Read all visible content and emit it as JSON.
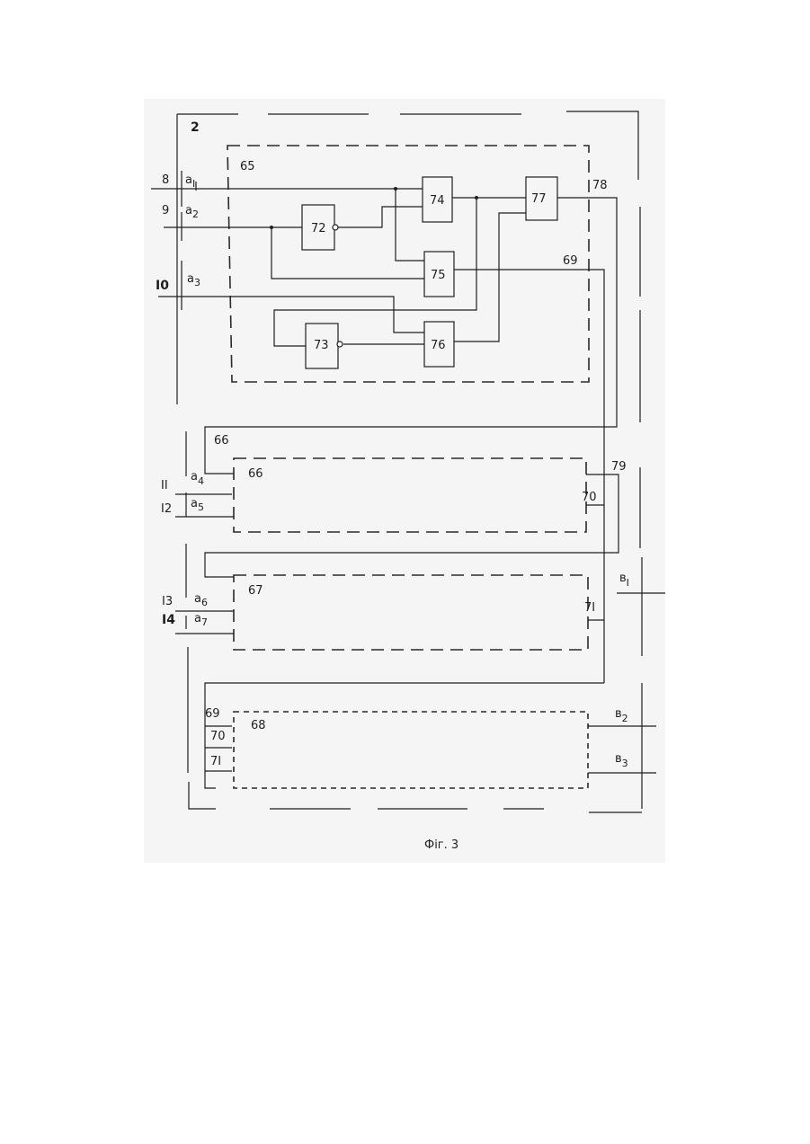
{
  "caption": "Фiг. 3",
  "outer_block": "2",
  "blocks": {
    "b65": "65",
    "b66": "66",
    "b67": "67",
    "b68": "68",
    "b72": "72",
    "b73": "73",
    "b74": "74",
    "b75": "75",
    "b76": "76",
    "b77": "77"
  },
  "line_labels": {
    "l8": "8",
    "l9": "9",
    "l10": "I0",
    "l11": "II",
    "l12": "I2",
    "l13": "I3",
    "l14": "I4",
    "l66": "66",
    "l69": "69",
    "l78": "78",
    "l79": "79",
    "l70": "70",
    "l71": "7I",
    "l69b": "69",
    "l70b": "70",
    "l71b": "7I"
  },
  "inputs": {
    "a1": "a",
    "a1s": "I",
    "a2": "a",
    "a2s": "2",
    "a3": "a",
    "a3s": "3",
    "a4": "a",
    "a4s": "4",
    "a5": "a",
    "a5s": "5",
    "a6": "a",
    "a6s": "6",
    "a7": "a",
    "a7s": "7"
  },
  "outputs": {
    "b1": "в",
    "b1s": "I",
    "b2": "в",
    "b2s": "2",
    "b3": "в",
    "b3s": "3"
  }
}
